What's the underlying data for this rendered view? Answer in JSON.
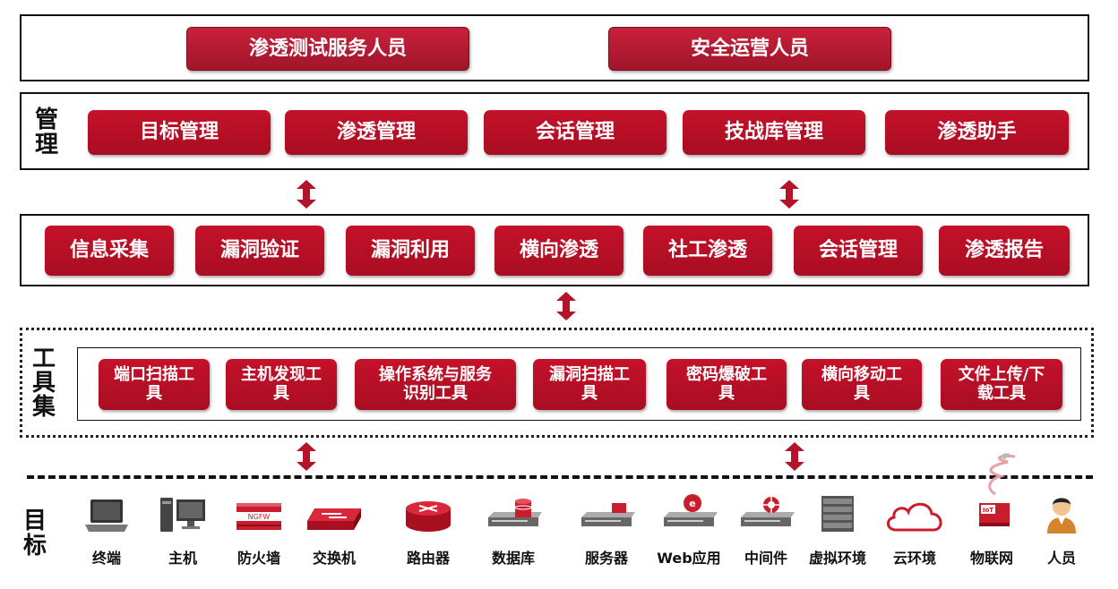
{
  "roles": [
    "渗透测试服务人员",
    "安全运营人员"
  ],
  "management": {
    "label": "管理",
    "items": [
      "目标管理",
      "渗透管理",
      "会话管理",
      "技战库管理",
      "渗透助手"
    ]
  },
  "functions": [
    "信息采集",
    "漏洞验证",
    "漏洞利用",
    "横向渗透",
    "社工渗透",
    "会话管理",
    "渗透报告"
  ],
  "toolset": {
    "label": "工具集",
    "items": [
      "端口扫描工具",
      "主机发现工具",
      "操作系统与服务识别工具",
      "漏洞扫描工具",
      "密码爆破工具",
      "横向移动工具",
      "文件上传/下载工具"
    ]
  },
  "targets": {
    "label": "目标",
    "items": [
      {
        "label": "终端",
        "icon": "laptop-icon"
      },
      {
        "label": "主机",
        "icon": "desktop-icon"
      },
      {
        "label": "防火墙",
        "icon": "firewall-icon"
      },
      {
        "label": "交换机",
        "icon": "switch-icon"
      },
      {
        "label": "路由器",
        "icon": "router-icon"
      },
      {
        "label": "数据库",
        "icon": "database-icon"
      },
      {
        "label": "服务器",
        "icon": "server-icon"
      },
      {
        "label": "Web应用",
        "icon": "web-app-icon"
      },
      {
        "label": "中间件",
        "icon": "middleware-icon"
      },
      {
        "label": "虚拟环境",
        "icon": "virtual-env-icon"
      },
      {
        "label": "云环境",
        "icon": "cloud-icon"
      },
      {
        "label": "物联网",
        "icon": "iot-icon"
      },
      {
        "label": "人员",
        "icon": "person-icon"
      }
    ],
    "iot_badge": "IoT",
    "firewall_badge": "NGFW"
  },
  "colors": {
    "accent": "#b5132a",
    "border": "#111111"
  }
}
